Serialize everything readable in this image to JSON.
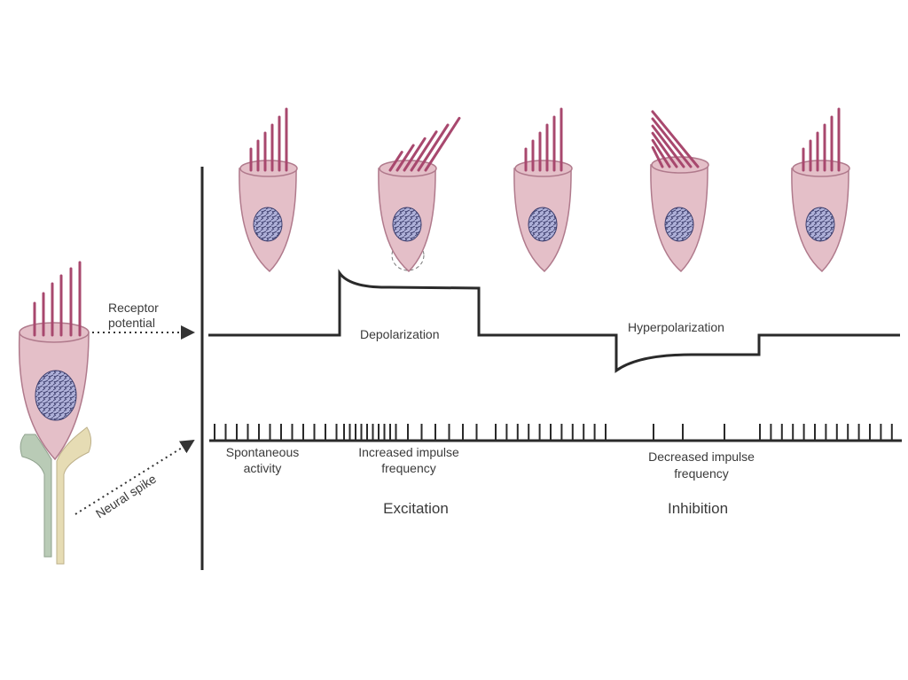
{
  "labels": {
    "receptor_potential_line1": "Receptor",
    "receptor_potential_line2": "potential",
    "neural_spike": "Neural spike",
    "depolarization": "Depolarization",
    "hyperpolarization": "Hyperpolarization",
    "spontaneous_line1": "Spontaneous",
    "spontaneous_line2": "activity",
    "increased_line1": "Increased impulse",
    "increased_line2": "frequency",
    "decreased_line1": "Decreased impulse",
    "decreased_line2": "frequency",
    "excitation": "Excitation",
    "inhibition": "Inhibition"
  },
  "colors": {
    "cell_fill": "#e4bfc8",
    "cell_stroke": "#b07a8c",
    "stereocilia": "#a8486e",
    "nucleus": "#aeb0d8",
    "afferent_nerve": "#b9cbb6",
    "efferent_nerve": "#e6dcb4",
    "trace": "#2a2a2a"
  }
}
